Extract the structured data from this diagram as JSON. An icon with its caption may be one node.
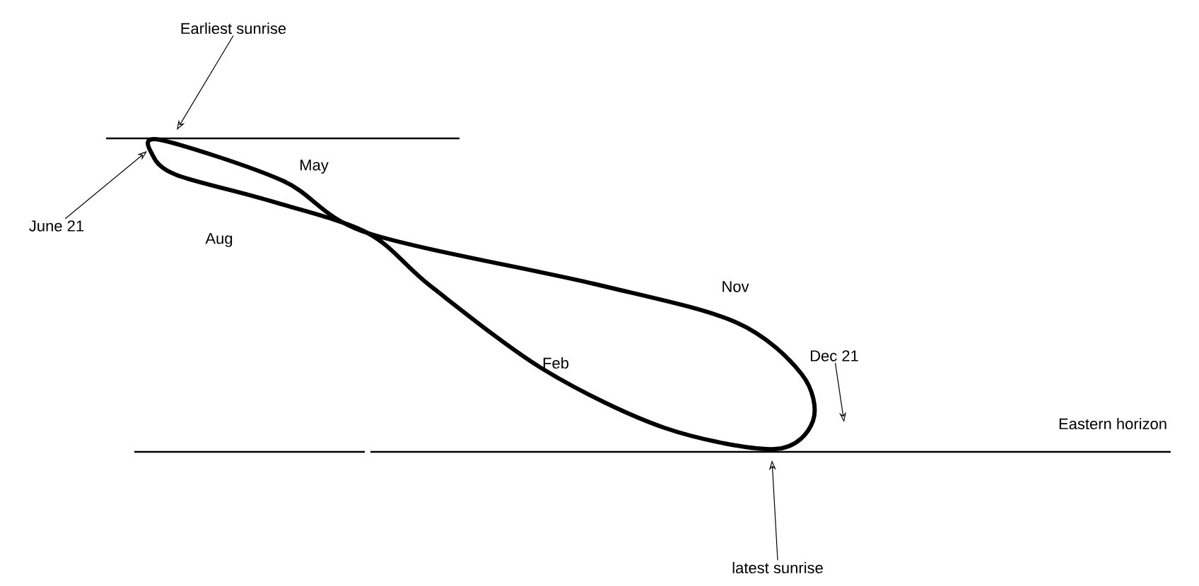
{
  "diagram": {
    "nodes": [
      {
        "text": [
          "Earliest sunrise"
        ]
      },
      {
        "text": [
          "June 21"
        ]
      },
      {
        "text": [
          "Dec 21"
        ]
      },
      {
        "text": [
          "latest sunrise"
        ]
      }
    ],
    "edges": [
      {
        "from": 0,
        "to": null,
        "arrow": "to"
      },
      {
        "from": 1,
        "to": null,
        "arrow": "to"
      },
      {
        "from": 2,
        "to": null,
        "arrow": "to"
      },
      {
        "from": 3,
        "to": null,
        "arrow": "to"
      }
    ],
    "labels": [
      "May",
      "Aug",
      "Nov",
      "Feb",
      "Eastern horizon"
    ]
  }
}
